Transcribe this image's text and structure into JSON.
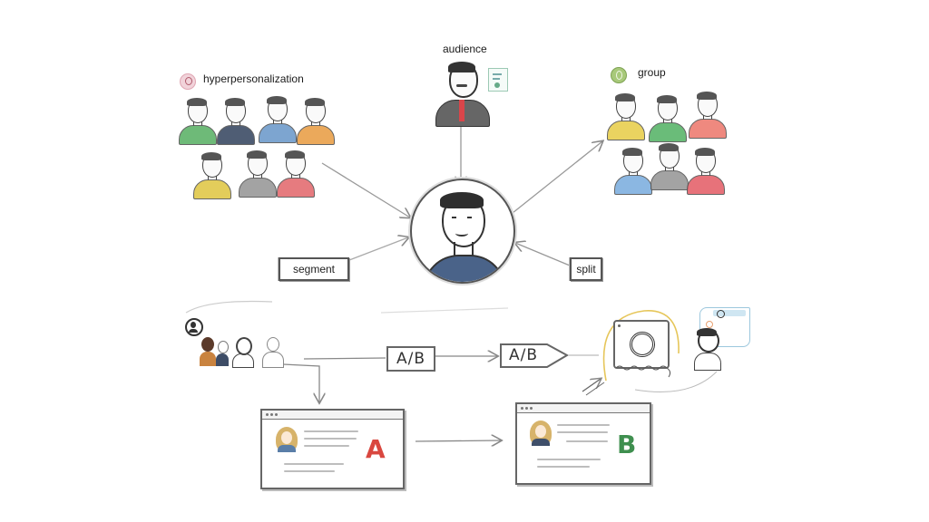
{
  "diagram": {
    "labels": {
      "hyperpersonalization": "hyperpersonalization",
      "audience": "audience",
      "group": "group",
      "segment": "segment",
      "split": "split"
    },
    "ab_tests": [
      "A/B",
      "A/B"
    ],
    "variants": {
      "a": {
        "label": "A",
        "color": "#d9473f"
      },
      "b": {
        "label": "B",
        "color": "#3f8f4f"
      }
    },
    "icons": {
      "hyperpersonalization_icon": {
        "name": "person-badge-icon",
        "color": "#e8b4bf"
      },
      "group_icon": {
        "name": "group-badge-icon",
        "color": "#9bbf6a"
      },
      "audience_card_icon": {
        "name": "chart-card-icon",
        "color": "#9cc9b4"
      },
      "bottom_user_icon": {
        "name": "user-circle-icon",
        "color": "#333333"
      }
    },
    "hyperpersonalization_people": [
      {
        "shirt": "#5fb36a"
      },
      {
        "shirt": "#3d4c66"
      },
      {
        "shirt": "#6f9ccc"
      },
      {
        "shirt": "#e9a04a"
      },
      {
        "shirt": "#e0c84a"
      },
      {
        "shirt": "#9a9a9a"
      },
      {
        "shirt": "#e46d72"
      }
    ],
    "group_people": [
      {
        "shirt": "#e8cf4f"
      },
      {
        "shirt": "#5ab56b"
      },
      {
        "shirt": "#ee7d72"
      },
      {
        "shirt": "#7fb0df"
      },
      {
        "shirt": "#9a9a9a"
      },
      {
        "shirt": "#e5636c"
      }
    ],
    "audience_person": {
      "shirt": "#555555",
      "tie": "#d9454a"
    },
    "central_person": {
      "shirt": "#4a6389"
    }
  }
}
